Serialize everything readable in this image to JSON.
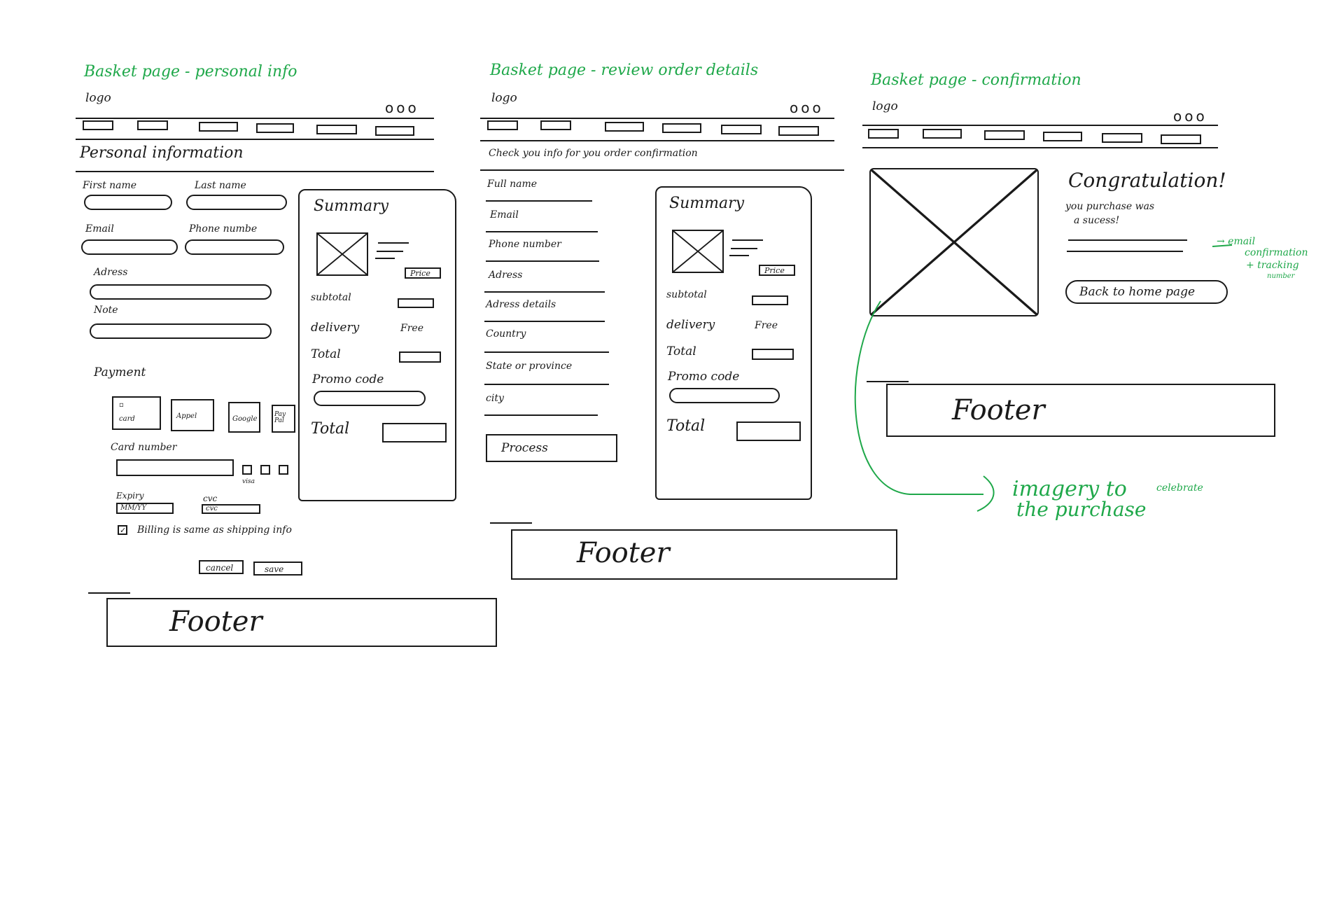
{
  "colors": {
    "ink": "#1a1a1a",
    "annotation": "#1fa84a"
  },
  "panel1": {
    "title": "Basket page - personal info",
    "logo": "logo",
    "menu_icon": "ooo",
    "heading": "Personal information",
    "first_name": "First name",
    "last_name": "Last name",
    "email": "Email",
    "phone": "Phone numbe",
    "address": "Adress",
    "note": "Note",
    "payment": "Payment",
    "methods": [
      "card",
      "Appel",
      "Google",
      "Pay Pal"
    ],
    "card_number": "Card number",
    "visa": "visa",
    "expiry_label": "Expiry",
    "expiry_placeholder": "MM/YY",
    "cvc_label": "cvc",
    "cvc_placeholder": "cvc",
    "billing_same": "Billing is same as shipping info",
    "cancel": "cancel",
    "save": "save",
    "summary": {
      "title": "Summary",
      "price": "Price",
      "subtotal": "subtotal",
      "delivery": "delivery",
      "delivery_value": "Free",
      "total": "Total",
      "promo": "Promo code",
      "total2": "Total"
    },
    "footer": "Footer"
  },
  "panel2": {
    "title": "Basket page - review order details",
    "logo": "logo",
    "menu_icon": "ooo",
    "heading": "Check you info for you order confirmation",
    "fields": [
      "Full name",
      "Email",
      "Phone number",
      "Adress",
      "Adress details",
      "Country",
      "State or province",
      "city"
    ],
    "process": "Process",
    "summary": {
      "title": "Summary",
      "price": "Price",
      "subtotal": "subtotal",
      "delivery": "delivery",
      "delivery_value": "Free",
      "total": "Total",
      "promo": "Promo code",
      "total2": "Total"
    },
    "footer": "Footer"
  },
  "panel3": {
    "title": "Basket page - confirmation",
    "logo": "logo",
    "menu_icon": "ooo",
    "congrats": "Congratulation!",
    "message_line1": "you purchase was",
    "message_line2": "a sucess!",
    "back_button": "Back to home page",
    "note_email_1": "→ email",
    "note_email_2": "confirmation",
    "note_email_3": "+ tracking",
    "note_email_4": "number",
    "note_imagery_1": "imagery to",
    "note_imagery_small": "celebrate",
    "note_imagery_2": "the purchase",
    "footer": "Footer"
  }
}
